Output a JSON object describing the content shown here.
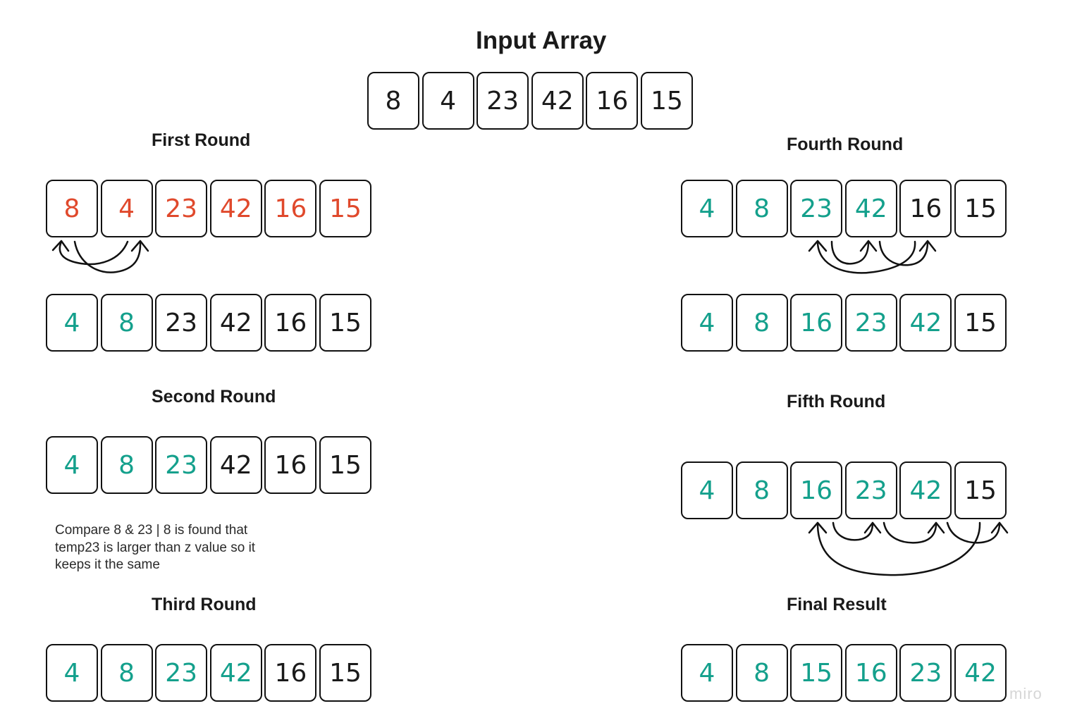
{
  "input": {
    "title": "Input Array",
    "cells": [
      {
        "value": "8",
        "color": "black"
      },
      {
        "value": "4",
        "color": "black"
      },
      {
        "value": "23",
        "color": "black"
      },
      {
        "value": "42",
        "color": "black"
      },
      {
        "value": "16",
        "color": "black"
      },
      {
        "value": "15",
        "color": "black"
      }
    ]
  },
  "first_round": {
    "title": "First Round",
    "before": [
      {
        "value": "8",
        "color": "red"
      },
      {
        "value": "4",
        "color": "red"
      },
      {
        "value": "23",
        "color": "red"
      },
      {
        "value": "42",
        "color": "red"
      },
      {
        "value": "16",
        "color": "red"
      },
      {
        "value": "15",
        "color": "red"
      }
    ],
    "after": [
      {
        "value": "4",
        "color": "teal"
      },
      {
        "value": "8",
        "color": "teal"
      },
      {
        "value": "23",
        "color": "black"
      },
      {
        "value": "42",
        "color": "black"
      },
      {
        "value": "16",
        "color": "black"
      },
      {
        "value": "15",
        "color": "black"
      }
    ]
  },
  "second_round": {
    "title": "Second Round",
    "cells": [
      {
        "value": "4",
        "color": "teal"
      },
      {
        "value": "8",
        "color": "teal"
      },
      {
        "value": "23",
        "color": "teal"
      },
      {
        "value": "42",
        "color": "black"
      },
      {
        "value": "16",
        "color": "black"
      },
      {
        "value": "15",
        "color": "black"
      }
    ],
    "note": "Compare 8 & 23 | 8 is found that temp23 is larger than z value so it keeps it the same"
  },
  "third_round": {
    "title": "Third Round",
    "cells": [
      {
        "value": "4",
        "color": "teal"
      },
      {
        "value": "8",
        "color": "teal"
      },
      {
        "value": "23",
        "color": "teal"
      },
      {
        "value": "42",
        "color": "teal"
      },
      {
        "value": "16",
        "color": "black"
      },
      {
        "value": "15",
        "color": "black"
      }
    ]
  },
  "fourth_round": {
    "title": "Fourth Round",
    "before": [
      {
        "value": "4",
        "color": "teal"
      },
      {
        "value": "8",
        "color": "teal"
      },
      {
        "value": "23",
        "color": "teal"
      },
      {
        "value": "42",
        "color": "teal"
      },
      {
        "value": "16",
        "color": "black"
      },
      {
        "value": "15",
        "color": "black"
      }
    ],
    "after": [
      {
        "value": "4",
        "color": "teal"
      },
      {
        "value": "8",
        "color": "teal"
      },
      {
        "value": "16",
        "color": "teal"
      },
      {
        "value": "23",
        "color": "teal"
      },
      {
        "value": "42",
        "color": "teal"
      },
      {
        "value": "15",
        "color": "black"
      }
    ]
  },
  "fifth_round": {
    "title": "Fifth Round",
    "cells": [
      {
        "value": "4",
        "color": "teal"
      },
      {
        "value": "8",
        "color": "teal"
      },
      {
        "value": "16",
        "color": "teal"
      },
      {
        "value": "23",
        "color": "teal"
      },
      {
        "value": "42",
        "color": "teal"
      },
      {
        "value": "15",
        "color": "black"
      }
    ]
  },
  "final_result": {
    "title": "Final Result",
    "cells": [
      {
        "value": "4",
        "color": "teal"
      },
      {
        "value": "8",
        "color": "teal"
      },
      {
        "value": "15",
        "color": "teal"
      },
      {
        "value": "16",
        "color": "teal"
      },
      {
        "value": "23",
        "color": "teal"
      },
      {
        "value": "42",
        "color": "teal"
      }
    ]
  },
  "colors": {
    "teal": "#14a08c",
    "red": "#e0492c",
    "black": "#1a1a1a"
  },
  "watermark": "miro"
}
